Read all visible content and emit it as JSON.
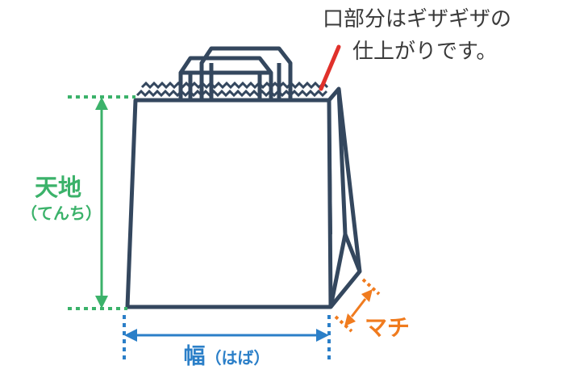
{
  "note": {
    "line1": "口部分はギザギザの",
    "line2": "仕上がりです。"
  },
  "height_label": {
    "main": "天地",
    "reading": "（てんち）"
  },
  "width_label": {
    "main": "幅",
    "reading": "（はば）"
  },
  "gusset_label": "マチ",
  "colors": {
    "outline": "#34475e",
    "height": "#3bb26a",
    "width": "#2b7fc8",
    "gusset": "#f07b1e",
    "pointer": "#e0312b",
    "text": "#3a3a3a"
  }
}
